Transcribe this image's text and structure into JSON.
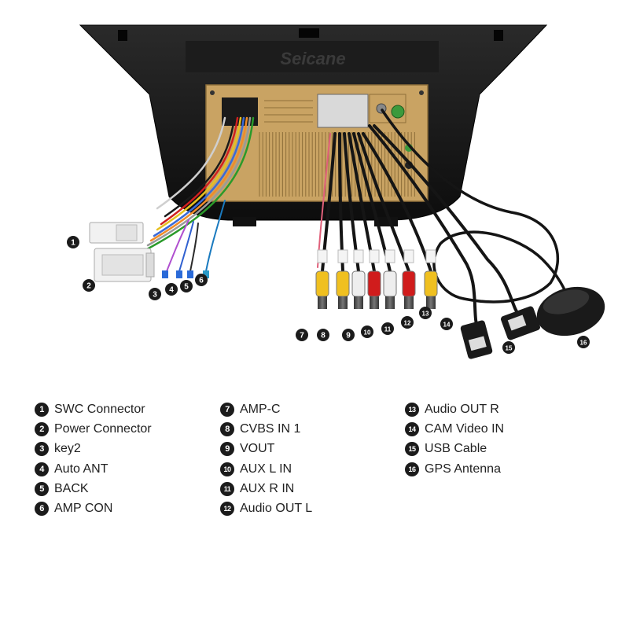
{
  "brand": "Seicane",
  "callouts": [
    "1",
    "2",
    "3",
    "4",
    "5",
    "6",
    "7",
    "8",
    "9",
    "10",
    "11",
    "12",
    "13",
    "14",
    "15",
    "16"
  ],
  "legend": {
    "columns": [
      [
        {
          "num": "1",
          "label": "SWC Connector"
        },
        {
          "num": "2",
          "label": "Power Connector"
        },
        {
          "num": "3",
          "label": "key2"
        },
        {
          "num": "4",
          "label": "Auto ANT"
        },
        {
          "num": "5",
          "label": "BACK"
        },
        {
          "num": "6",
          "label": "AMP CON"
        }
      ],
      [
        {
          "num": "7",
          "label": "AMP-C"
        },
        {
          "num": "8",
          "label": "CVBS IN 1"
        },
        {
          "num": "9",
          "label": "VOUT"
        },
        {
          "num": "10",
          "label": "AUX L IN"
        },
        {
          "num": "11",
          "label": "AUX R IN"
        },
        {
          "num": "12",
          "label": "Audio OUT L"
        }
      ],
      [
        {
          "num": "13",
          "label": "Audio OUT R"
        },
        {
          "num": "14",
          "label": "CAM Video IN"
        },
        {
          "num": "15",
          "label": "USB Cable"
        },
        {
          "num": "16",
          "label": "GPS Antenna"
        }
      ]
    ]
  },
  "colors": {
    "panel": "#c9a363",
    "bezel": "#141414",
    "rca_yellow": "#f0c020",
    "rca_red": "#d01c1c",
    "rca_white": "#eeeeee",
    "cable": "#151515"
  }
}
